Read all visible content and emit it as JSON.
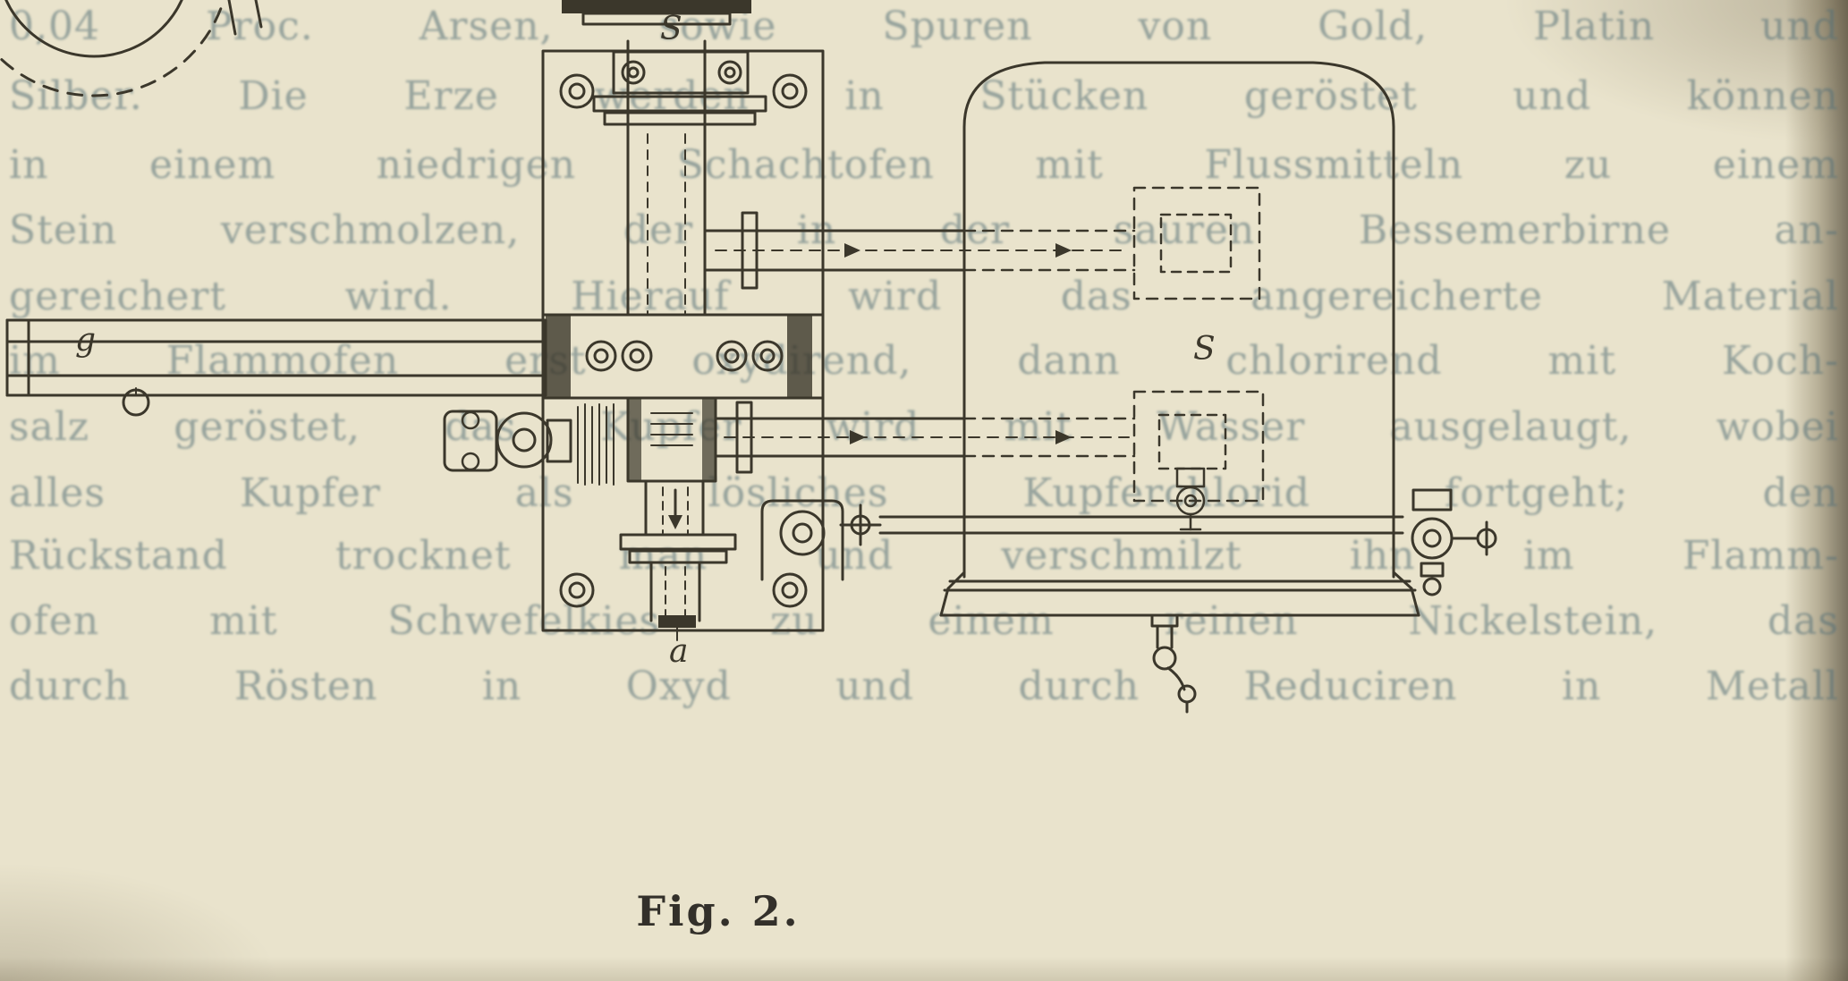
{
  "page": {
    "caption": "Fig. 2.",
    "colors": {
      "paper": "#e9e3cc",
      "ink": "#3b372b",
      "ghost_text": "#547076"
    },
    "ghost_text": {
      "lines": [
        "0,04 Proc. Arsen, sowie Spuren von Gold, Platin und",
        "Silber. Die Erze werden in Stücken geröstet und können",
        "in einem niedrigen Schachtofen mit Flussmitteln zu einem",
        "Stein verschmolzen, der in der sauren Bessemerbirne an-",
        "gereichert wird. Hierauf wird das angereicherte Material",
        "im Flammofen erst oxydirend, dann chlorirend mit Koch-",
        "salz geröstet, das Kupfer wird mit Wasser ausgelaugt, wobei",
        "alles Kupfer als lösliches Kupferchlorid fortgeht; den",
        "Rückstand trocknet man und verschmilzt ihn im Flamm-",
        "ofen mit Schwefelkies zu einem reinen Nickelstein, das",
        "durch Rösten in Oxyd und durch Reduciren in Metall"
      ]
    },
    "figure": {
      "labels": {
        "inlet_top": "S",
        "left_rod": "g",
        "outlet_bottom": "a",
        "cylinder": "S"
      }
    }
  }
}
